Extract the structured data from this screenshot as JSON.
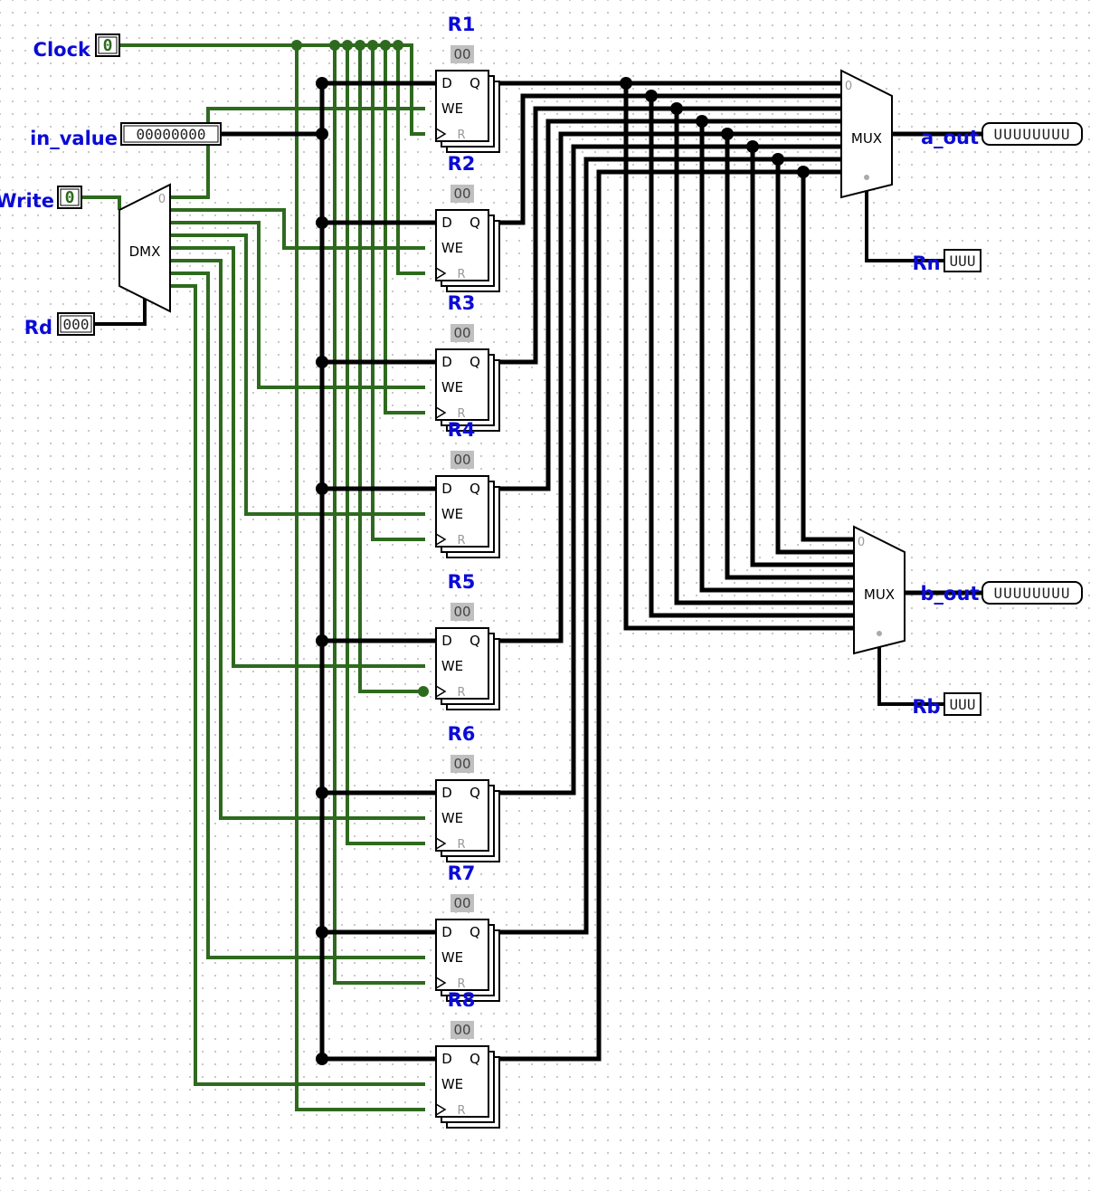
{
  "colors": {
    "bus": "#000000",
    "wire_active": "#2e6a1e",
    "label": "#0b0bd6",
    "value_bg": "#bfbfbf",
    "output_bit": "#0b0bd6"
  },
  "inputs": {
    "clock": {
      "label": "Clock",
      "value": "0"
    },
    "in_value": {
      "label": "in_value",
      "value": "00000000"
    },
    "write": {
      "label": "Write",
      "value": "0"
    },
    "rd": {
      "label": "Rd",
      "value": "000"
    }
  },
  "demux": {
    "label": "DMX",
    "select_zero": "0"
  },
  "registers": [
    {
      "name": "R1",
      "value": "00"
    },
    {
      "name": "R2",
      "value": "00"
    },
    {
      "name": "R3",
      "value": "00"
    },
    {
      "name": "R4",
      "value": "00"
    },
    {
      "name": "R5",
      "value": "00"
    },
    {
      "name": "R6",
      "value": "00"
    },
    {
      "name": "R7",
      "value": "00"
    },
    {
      "name": "R8",
      "value": "00"
    }
  ],
  "register_pins": {
    "d": "D",
    "q": "Q",
    "we": "WE",
    "reset": "R"
  },
  "mux_a": {
    "label": "MUX",
    "select_zero": "0"
  },
  "mux_b": {
    "label": "MUX",
    "select_zero": "0"
  },
  "outputs": {
    "a_out": {
      "label": "a_out",
      "value": "UUUUUUUU"
    },
    "b_out": {
      "label": "b_out",
      "value": "UUUUUUUU"
    },
    "rn": {
      "label": "Rn",
      "value": "UUU"
    },
    "rb": {
      "label": "Rb",
      "value": "UUU"
    }
  }
}
